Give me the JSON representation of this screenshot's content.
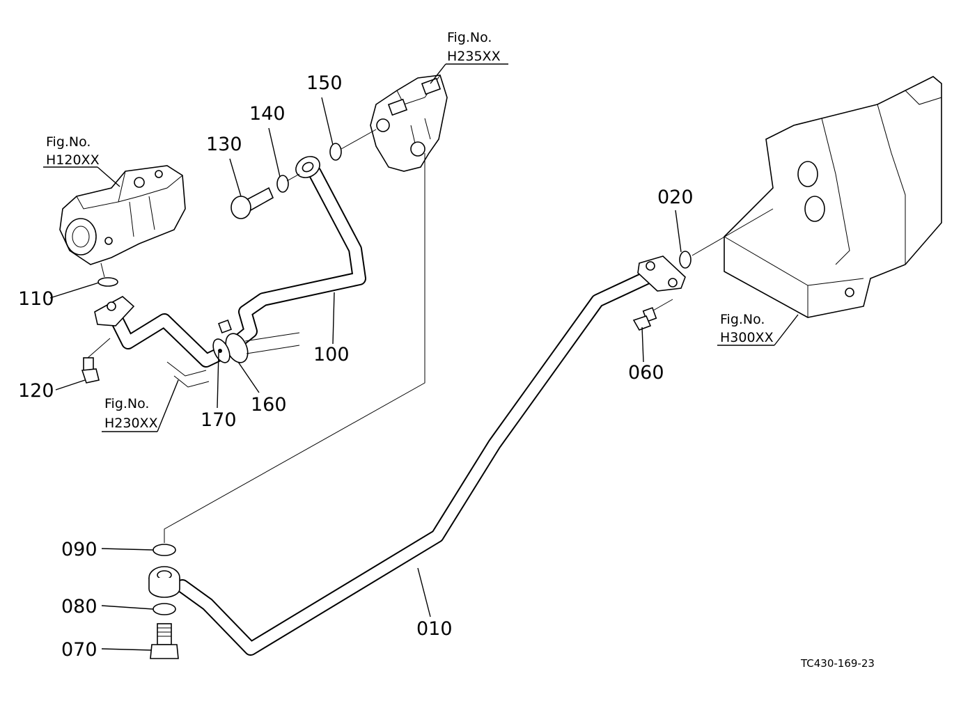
{
  "callouts": {
    "p010": "010",
    "p020": "020",
    "p060": "060",
    "p070": "070",
    "p080": "080",
    "p090": "090",
    "p100": "100",
    "p110": "110",
    "p120": "120",
    "p130": "130",
    "p140": "140",
    "p150": "150",
    "p160": "160",
    "p170": "170"
  },
  "figure_refs": {
    "h120": {
      "label": "Fig.No.",
      "code": "H120XX"
    },
    "h235": {
      "label": "Fig.No.",
      "code": "H235XX"
    },
    "h230": {
      "label": "Fig.No.",
      "code": "H230XX"
    },
    "h300": {
      "label": "Fig.No.",
      "code": "H300XX"
    }
  },
  "drawing_code": "TC430-169-23"
}
